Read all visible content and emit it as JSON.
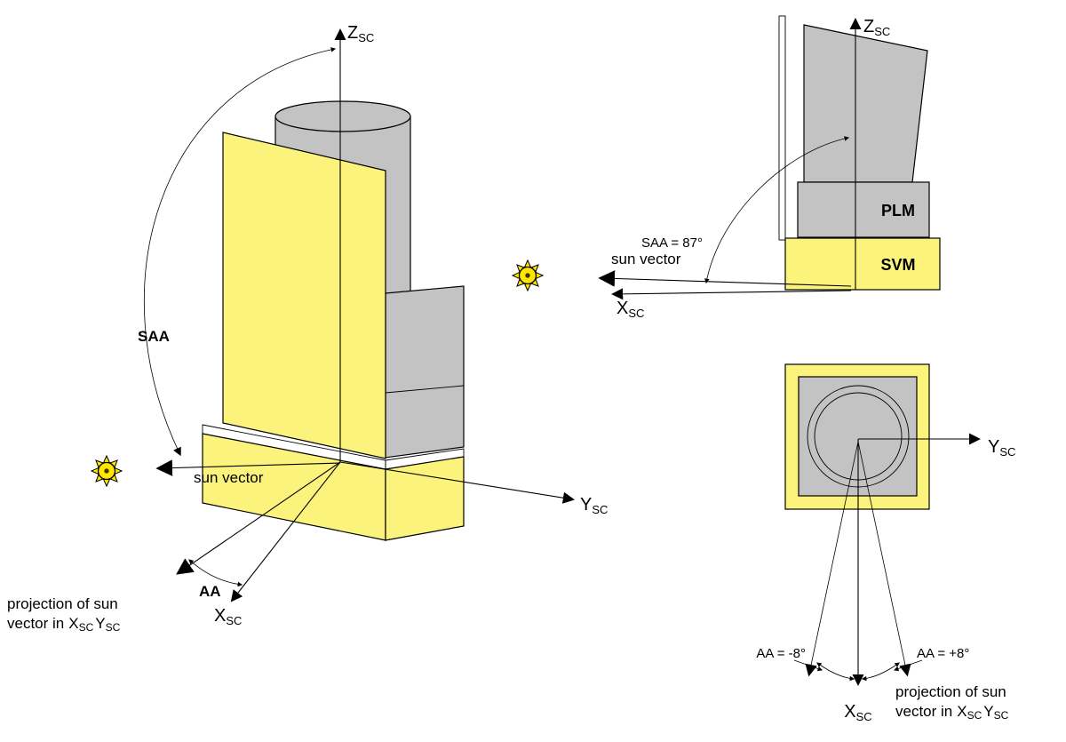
{
  "colors": {
    "module_yellow": "#FCF37C",
    "gray": "#C3C3C3",
    "white": "#FFFFFF",
    "sun_yellow": "#FFE500",
    "sun_dot": "#3A3A00",
    "line": "#000000"
  },
  "iso": {
    "z_axis": {
      "main": "Z",
      "sub": "SC"
    },
    "y_axis": {
      "main": "Y",
      "sub": "SC"
    },
    "x_axis": {
      "main": "X",
      "sub": "SC"
    },
    "saa_label": "SAA",
    "aa_label": "AA",
    "sun_vector_label": "sun vector",
    "projection_label": {
      "line1": "projection of sun",
      "line2_pre": "vector in",
      "x": "X",
      "x_sub": "SC",
      "y": "Y",
      "y_sub": "SC"
    }
  },
  "side": {
    "z_axis": {
      "main": "Z",
      "sub": "SC"
    },
    "x_axis": {
      "main": "X",
      "sub": "SC"
    },
    "saa_value_label": "SAA = 87°",
    "sun_vector_label": "sun vector",
    "plm_label": "PLM",
    "svm_label": "SVM"
  },
  "top": {
    "y_axis": {
      "main": "Y",
      "sub": "SC"
    },
    "x_axis": {
      "main": "X",
      "sub": "SC"
    },
    "aa_minus_label": "AA = -8°",
    "aa_plus_label": "AA = +8°",
    "projection_label": {
      "line1": "projection of sun",
      "line2_pre": "vector in",
      "x": "X",
      "x_sub": "SC",
      "y": "Y",
      "y_sub": "SC"
    }
  }
}
